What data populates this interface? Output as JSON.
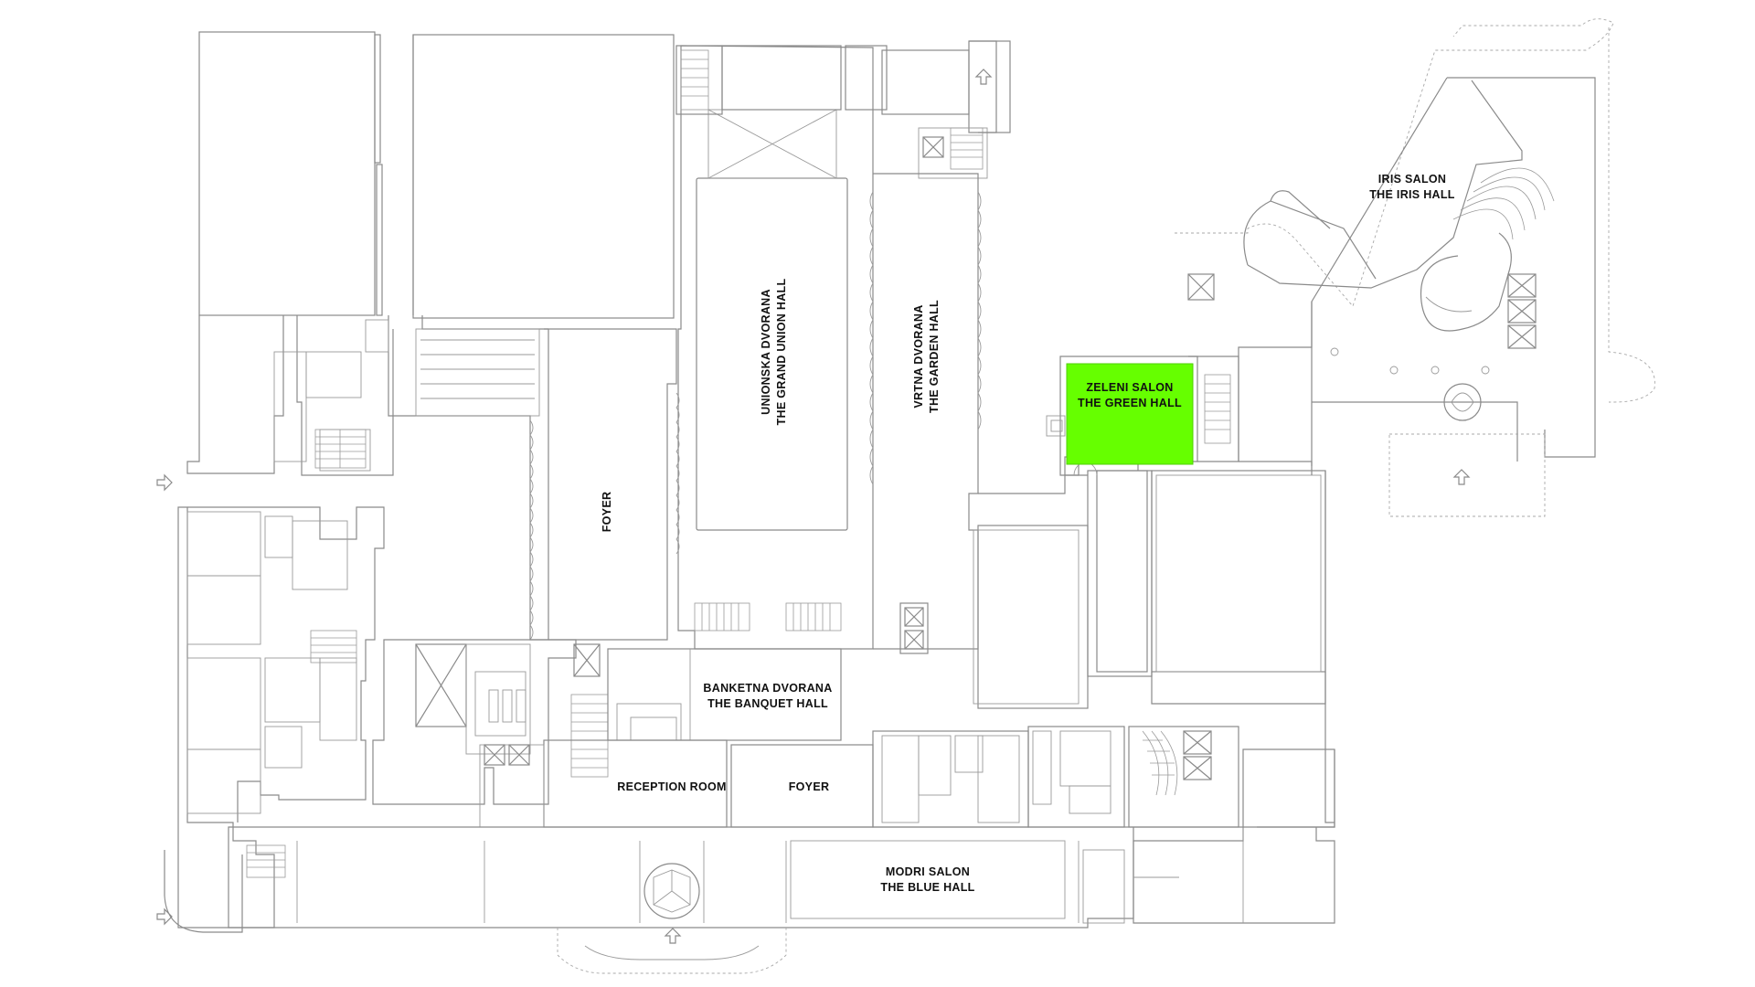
{
  "map": {
    "highlight_color": "#66ff00",
    "line_color": "#8a8a8a",
    "background_color": "#ffffff",
    "rooms": {
      "iris": {
        "line1": "IRIS SALON",
        "line2": "THE IRIS HALL"
      },
      "green": {
        "line1": "ZELENI SALON",
        "line2": "THE GREEN HALL",
        "highlighted": true
      },
      "grand_union": {
        "line1": "UNIONSKA DVORANA",
        "line2": "THE GRAND UNION HALL"
      },
      "garden": {
        "line1": "VRTNA DVORANA",
        "line2": "THE GARDEN HALL"
      },
      "foyer_upper": {
        "line1": "FOYER"
      },
      "banquet": {
        "line1": "BANKETNA DVORANA",
        "line2": "THE BANQUET HALL"
      },
      "reception": {
        "line1": "RECEPTION ROOM"
      },
      "foyer_lower": {
        "line1": "FOYER"
      },
      "blue": {
        "line1": "MODRI SALON",
        "line2": "THE BLUE HALL"
      }
    },
    "icons": [
      "entrance-arrow-icon",
      "elevator-icon",
      "stairs-icon"
    ]
  }
}
